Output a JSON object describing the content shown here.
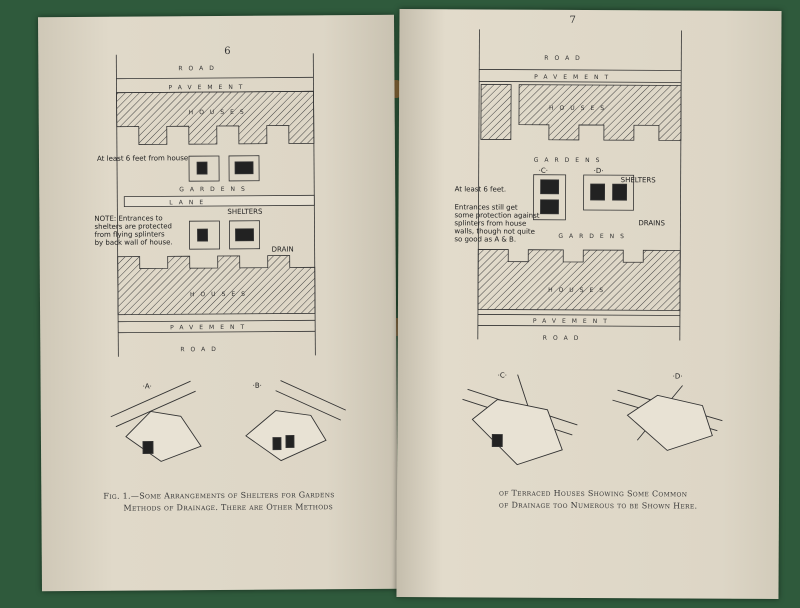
{
  "left_page": {
    "page_number": "6",
    "labels": {
      "road_top": "ROAD",
      "pavement_top": "PAVEMENT",
      "houses_top": "HOUSES",
      "gardens_top": "GARDENS",
      "lane": "LANE",
      "houses_bottom": "HOUSES",
      "pavement_bottom": "PAVEMENT",
      "road_bottom": "ROAD",
      "distance": "At least 6 feet from house",
      "shelters": "SHELTERS",
      "drain": "DRAIN",
      "note": [
        "NOTE: Entrances to",
        "shelters are protected",
        "from flying splinters",
        "by back wall of house."
      ],
      "sketch_a": "·A·",
      "sketch_b": "·B·"
    },
    "caption": [
      "Fig. 1.—Some Arrangements of Shelters for Gardens",
      "Methods of Drainage. There are Other Methods"
    ]
  },
  "right_page": {
    "page_number": "7",
    "labels": {
      "road_top": "ROAD",
      "pavement_top": "PAVEMENT",
      "houses_top": "HOUSES",
      "gardens_top": "GARDENS",
      "gardens_bottom": "GARDENS",
      "houses_bottom": "HOUSES",
      "pavement_bottom": "PAVEMENT",
      "road_bottom": "ROAD",
      "distance": "At least 6 feet.",
      "shelters": "SHELTERS",
      "drains": "DRAINS",
      "marker_c": "·C·",
      "marker_d": "·D·",
      "note": [
        "Entrances still get",
        "some protection against",
        "splinters from house",
        "walls, though not quite",
        "so good as A & B."
      ],
      "sketch_c": "·C·",
      "sketch_d": "·D·"
    },
    "caption": [
      "of Terraced Houses Showing Some Common",
      "of Drainage too Numerous to be Shown Here."
    ]
  },
  "colors": {
    "background": "#2f5a3c",
    "paper": "#ddd6c6",
    "ink": "#2a2a2a"
  }
}
